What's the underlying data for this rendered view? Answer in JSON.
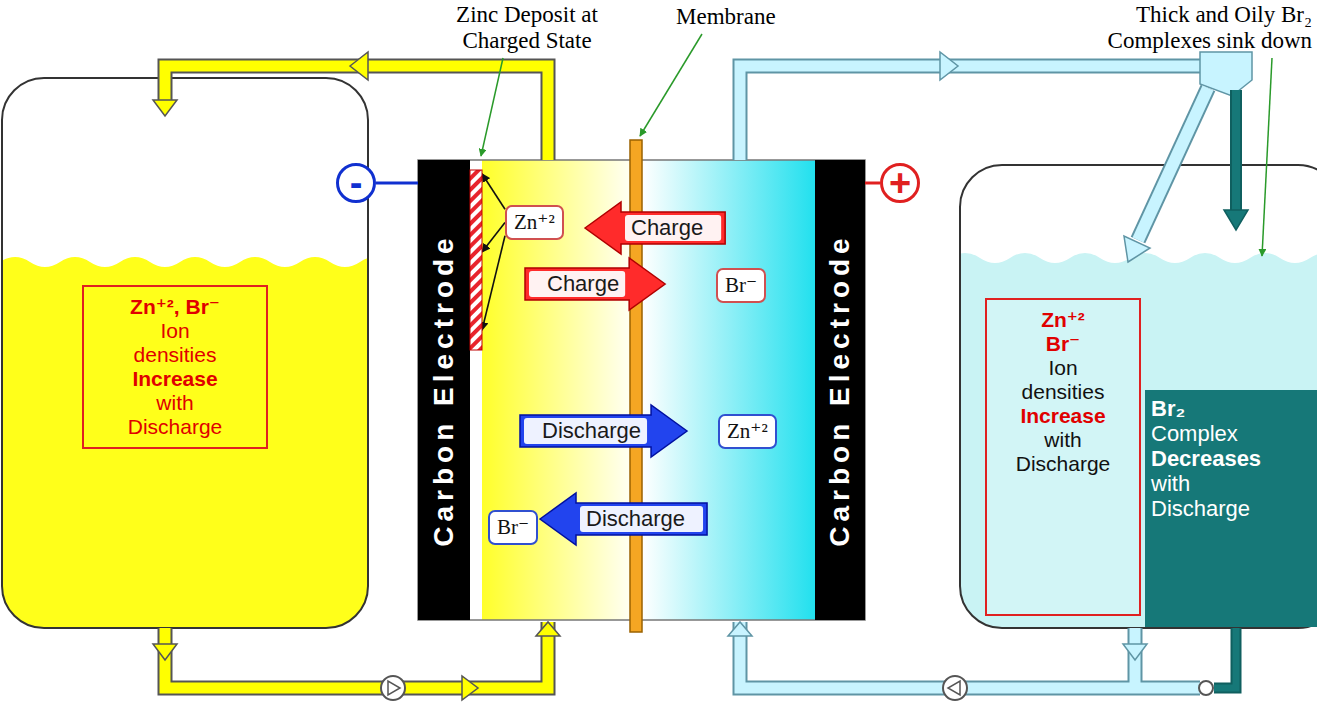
{
  "diagram": {
    "nodes": [
      {
        "text": [
          "Zn⁺², Br⁻",
          "Ion densities",
          "Increase",
          "with Discharge"
        ]
      },
      {
        "text": [
          "-"
        ]
      },
      {
        "text": [
          "Carbon Electrode"
        ]
      },
      {
        "text": [
          "Zn⁺²"
        ]
      },
      {
        "text": [
          "Charge"
        ]
      },
      {
        "text": [
          "Charge"
        ]
      },
      {
        "text": [
          "Br⁻"
        ]
      },
      {
        "text": [
          "Discharge"
        ]
      },
      {
        "text": [
          "Zn⁺²"
        ]
      },
      {
        "text": [
          "Br⁻"
        ]
      },
      {
        "text": [
          "Discharge"
        ]
      },
      {
        "text": [
          "Carbon Electrode"
        ]
      },
      {
        "text": [
          "+"
        ]
      },
      {
        "text": [
          "Zn⁺²",
          "Br⁻",
          "Ion densities",
          "Increase",
          "with Discharge"
        ]
      },
      {
        "text": [
          "Br₂",
          "Complex",
          "Decreases",
          "with Discharge"
        ]
      }
    ],
    "edges": [
      {
        "from": 3,
        "to": 2,
        "arrow": "to"
      },
      {
        "from": 3,
        "to": 2,
        "arrow": "to"
      },
      {
        "from": 3,
        "to": 2,
        "arrow": "to"
      },
      {
        "from": 1,
        "to": 2,
        "arrow": "none"
      },
      {
        "from": 12,
        "to": 11,
        "arrow": "none"
      }
    ],
    "labels": [
      "Zinc Deposit at Charged State",
      "Membrane",
      "Thick and Oily Br₂ Complexes sink down"
    ]
  }
}
